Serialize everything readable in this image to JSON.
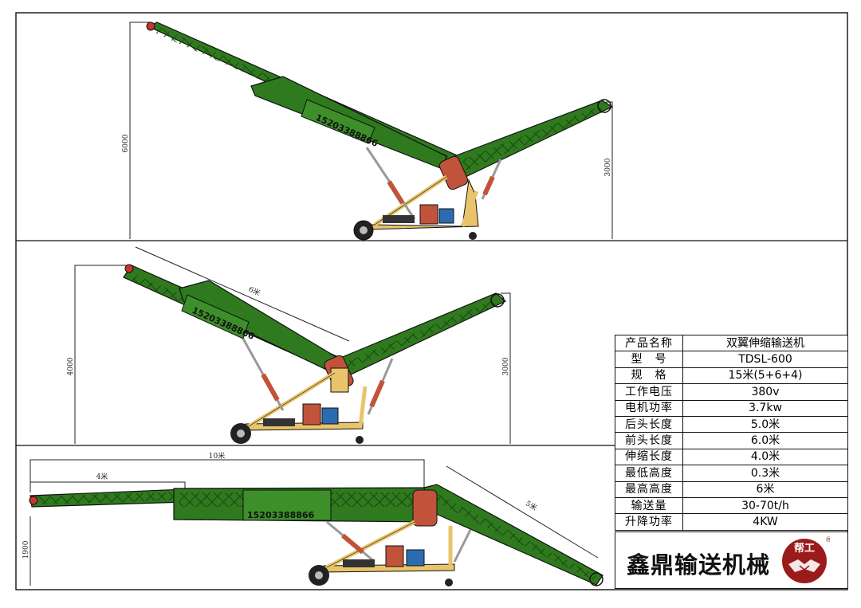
{
  "company_name": "鑫鼎输送机械",
  "phone": "15203388866",
  "logo": {
    "text": "帮工",
    "registered": "®",
    "color": "#9b1b1b"
  },
  "colors": {
    "frame": "#2f7a1e",
    "frame_dark": "#1c4f12",
    "chassis": "#e9c46a",
    "cylinder": "#c0533a",
    "outline": "#111111"
  },
  "views": {
    "top": {
      "height_rear": "6000",
      "height_front": "3000"
    },
    "middle": {
      "rear_length": "6米",
      "height_rear": "4000",
      "height_front": "3000"
    },
    "bottom": {
      "total_length": "10米",
      "telescopic_length": "4米",
      "front_length": "5米",
      "height_low": "1900"
    }
  },
  "spec_table": [
    {
      "label": "产品名称",
      "value": "双翼伸缩输送机"
    },
    {
      "label": "型　号",
      "value": "TDSL-600"
    },
    {
      "label": "规　格",
      "value": "15米(5+6+4)"
    },
    {
      "label": "工作电压",
      "value": "380v"
    },
    {
      "label": "电机功率",
      "value": "3.7kw"
    },
    {
      "label": "后头长度",
      "value": "5.0米"
    },
    {
      "label": "前头长度",
      "value": "6.0米"
    },
    {
      "label": "伸缩长度",
      "value": "4.0米"
    },
    {
      "label": "最低高度",
      "value": "0.3米"
    },
    {
      "label": "最高高度",
      "value": "6米"
    },
    {
      "label": "输送量",
      "value": "30-70t/h"
    },
    {
      "label": "升降功率",
      "value": "4KW"
    }
  ]
}
